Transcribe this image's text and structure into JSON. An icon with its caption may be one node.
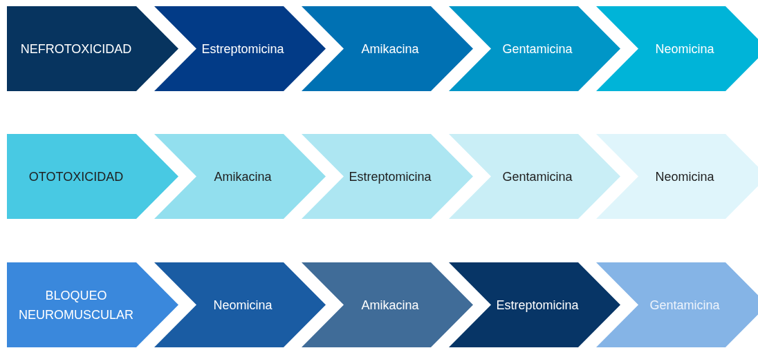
{
  "diagram": {
    "nodes": [
      {
        "text": [
          "NEFROTOXICIDAD"
        ]
      },
      {
        "text": [
          "Estreptomicina"
        ]
      },
      {
        "text": [
          "Amikacina"
        ]
      },
      {
        "text": [
          "Gentamicina"
        ]
      },
      {
        "text": [
          "Neomicina"
        ]
      },
      {
        "text": [
          "OTOTOXICIDAD"
        ]
      },
      {
        "text": [
          "Amikacina"
        ]
      },
      {
        "text": [
          "Estreptomicina"
        ]
      },
      {
        "text": [
          "Gentamicina"
        ]
      },
      {
        "text": [
          "Neomicina"
        ]
      },
      {
        "text": [
          "BLOQUEO NEUROMUSCULAR"
        ]
      },
      {
        "text": [
          "Neomicina"
        ]
      },
      {
        "text": [
          "Amikacina"
        ]
      },
      {
        "text": [
          "Estreptomicina"
        ]
      },
      {
        "text": [
          "Gentamicina"
        ]
      }
    ]
  }
}
